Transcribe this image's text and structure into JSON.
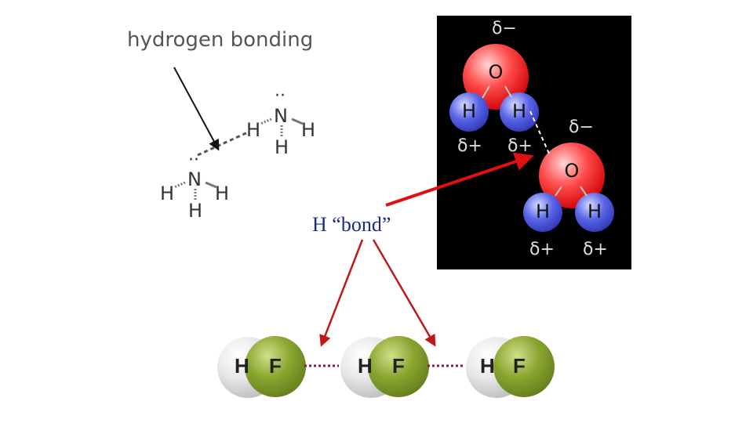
{
  "ammonia": {
    "title": "hydrogen bonding",
    "lone_pair": "··",
    "n": "N",
    "h": "H"
  },
  "water": {
    "o": "O",
    "h": "H",
    "delta_minus": "δ−",
    "delta_plus": "δ+"
  },
  "h_bond_label": "H “bond”",
  "hf": {
    "h": "H",
    "f": "F"
  },
  "colors": {
    "arrow": "#e01010",
    "dark_arrow": "#c01818",
    "hf_dots": "#a0143c"
  }
}
